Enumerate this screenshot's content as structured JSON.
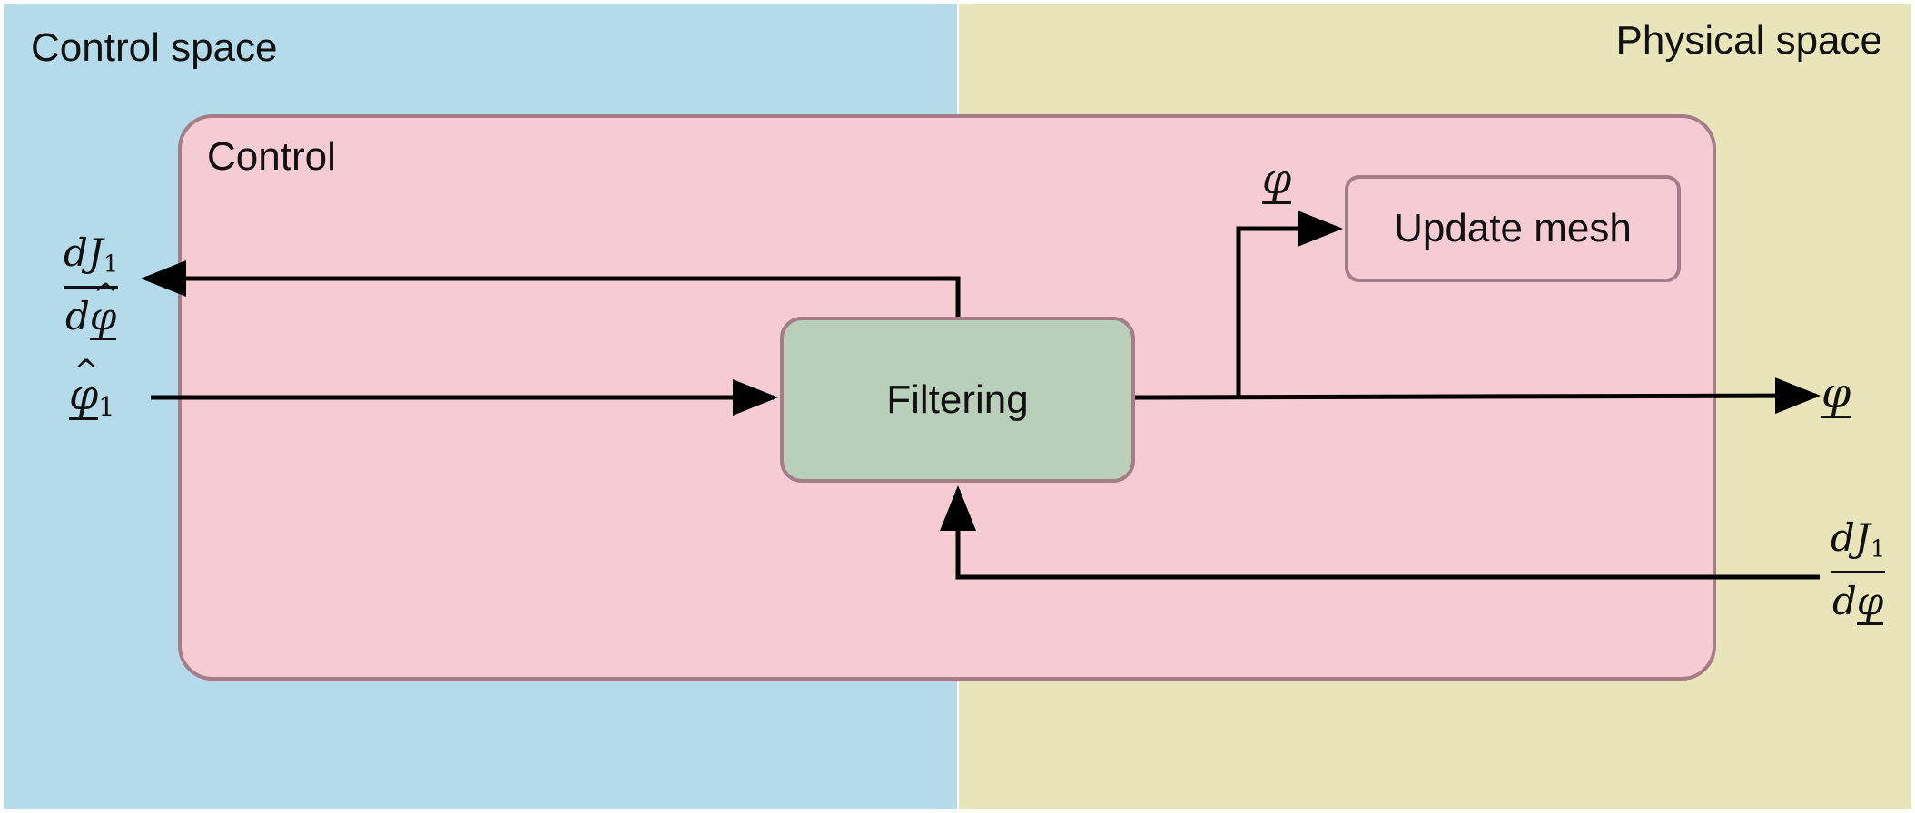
{
  "regions": {
    "left_label": "Control space",
    "right_label": "Physical space"
  },
  "control_box": {
    "label": "Control"
  },
  "blocks": {
    "filtering": "Filtering",
    "update_mesh": "Update mesh"
  },
  "symbols": {
    "grad_control": {
      "num_var": "d",
      "num_sym": "J",
      "num_sub": "1",
      "den_var": "d",
      "den_sym": "φ"
    },
    "phi_hat_1": {
      "sym": "φ",
      "sub": "1"
    },
    "phi_mesh": "φ",
    "phi_out": "φ",
    "grad_physical": {
      "num_var": "d",
      "num_sym": "J",
      "num_sub": "1",
      "den_var": "d",
      "den_sym": "φ"
    }
  },
  "colors": {
    "control_space": "#b5dbea",
    "physical_space": "#e8e5bb",
    "control_box": "#f5cbd4",
    "filtering_block": "#b9cfb9",
    "border": "#a57d87"
  }
}
